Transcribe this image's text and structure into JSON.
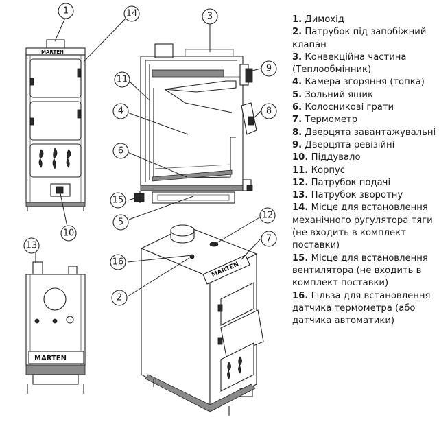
{
  "diagram": {
    "callouts": [
      "1",
      "14",
      "3",
      "11",
      "9",
      "4",
      "8",
      "6",
      "15",
      "5",
      "12",
      "7",
      "13",
      "16",
      "2",
      "10"
    ],
    "brand": "MARTEN"
  },
  "legend": [
    {
      "num": "1.",
      "text": "Димохід"
    },
    {
      "num": "2.",
      "text": "Патрубок під запобіжний клапан"
    },
    {
      "num": "3.",
      "text": "Конвекційна частина (Теплообмінник)"
    },
    {
      "num": "4.",
      "text": "Камера згоряння (топка)"
    },
    {
      "num": "5.",
      "text": "Зольний ящик"
    },
    {
      "num": "6.",
      "text": "Колосникові грати"
    },
    {
      "num": "7.",
      "text": "Термометр"
    },
    {
      "num": "8.",
      "text": "Дверцята завантажувальні"
    },
    {
      "num": "9.",
      "text": "Дверцята ревізійні"
    },
    {
      "num": "10.",
      "text": "Піддувало"
    },
    {
      "num": "11.",
      "text": "Корпус"
    },
    {
      "num": "12.",
      "text": "Патрубок подачі"
    },
    {
      "num": "13.",
      "text": "Патрубок зворотну"
    },
    {
      "num": "14.",
      "text": "Місце для встановлення механічного ругулятора тяги (не входить в комплект поставки)"
    },
    {
      "num": "15.",
      "text": "Місце для встановлення вентилятора (не входить в комплект поставки)"
    },
    {
      "num": "16.",
      "text": "Гільза для встановлення датчика термометра (або датчика автоматики)"
    }
  ]
}
